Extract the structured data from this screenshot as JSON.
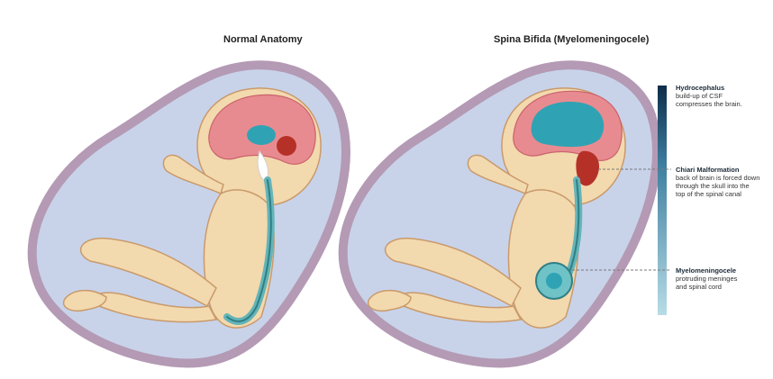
{
  "panels": {
    "normal_title": "Normal Anatomy",
    "spina_title": "Spina Bifida (Myelomeningocele)"
  },
  "callouts": {
    "hydrocephalus": {
      "title": "Hydrocephalus",
      "lines": [
        "build-up of CSF",
        "compresses the brain."
      ]
    },
    "chiari": {
      "title": "Chiari Malformation",
      "lines": [
        "back of brain is forced down",
        "through the skull into the",
        "top of the spinal canal"
      ]
    },
    "myelo": {
      "title": "Myelomeningocele",
      "lines": [
        "protruding meninges",
        "and spinal cord"
      ]
    }
  },
  "colors": {
    "membrane": "#b49ab4",
    "fluid": "#c8d3ea",
    "skin": "#f3d9ae",
    "brain": "#e88b91",
    "ventricle": "#2fa3b3",
    "cerebellum": "#b53128",
    "spine": "#64b4b8",
    "severity_top": "#0e2d4a",
    "severity_bottom": "#b7dce6"
  }
}
